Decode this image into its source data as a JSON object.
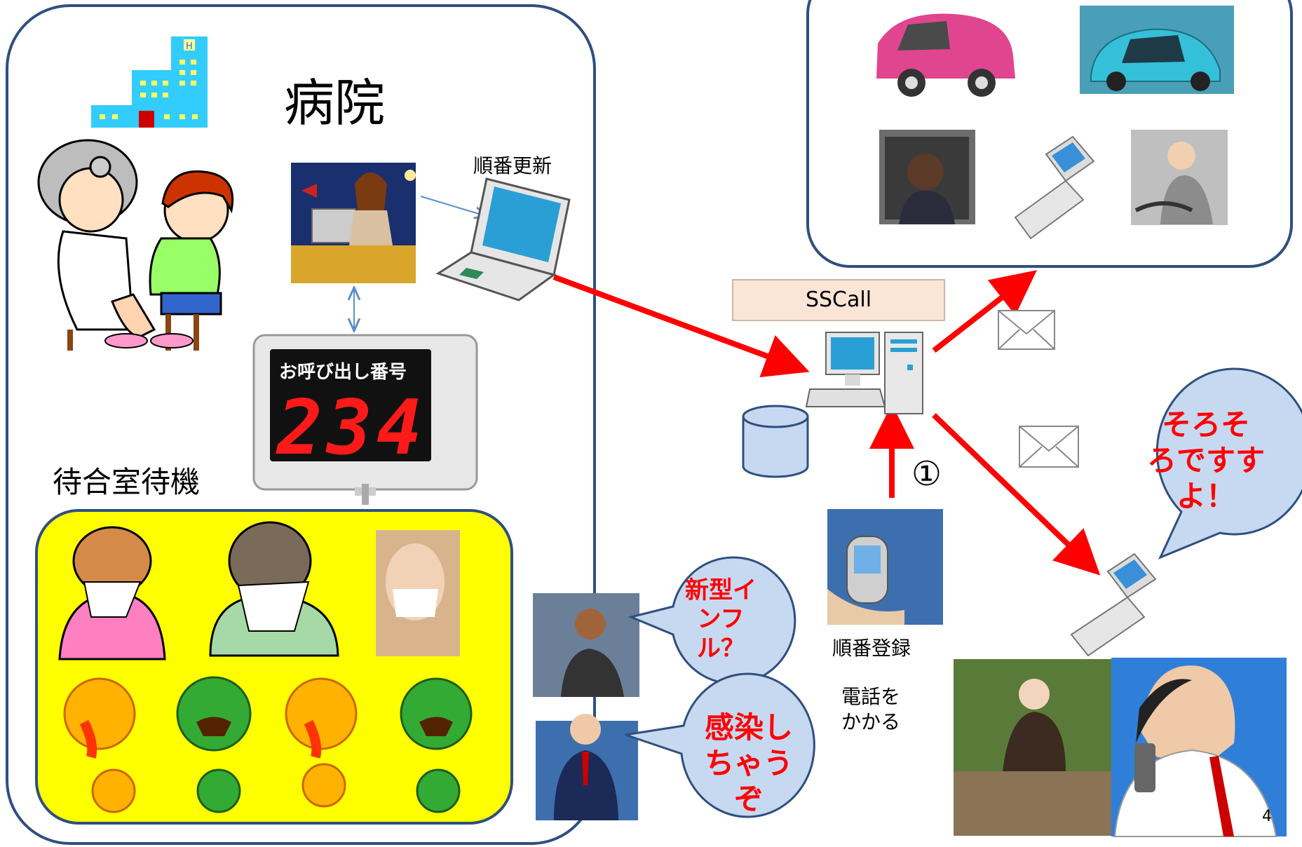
{
  "hospital": {
    "title": "病院",
    "update_label": "順番更新",
    "waiting_label": "待合室待機",
    "display": {
      "header": "お呼び出し番号",
      "number": "234"
    }
  },
  "server": {
    "label": "SSCall"
  },
  "caller": {
    "step_marker": "①",
    "register_label": "順番登録",
    "call_label_line1": "電話を",
    "call_label_line2": "かかる"
  },
  "bubbles": {
    "notify": {
      "line1": "そろそ",
      "line2": "ろですす",
      "line3": "よ！"
    },
    "flu": {
      "line1": "新型イ",
      "line2": "ンフ",
      "line3": "ル？"
    },
    "infect": {
      "line1": "感染し",
      "line2": "ちゃう",
      "line3": "ぞ"
    }
  },
  "page_number": "4",
  "colors": {
    "arrow": "#ff0000",
    "box_border": "#2f4f7f",
    "waiting_room_bg": "#ffff00",
    "bubble_fill": "#c6d9f1",
    "bubble_text": "#ff0000",
    "label_bg": "#fbe5d6"
  }
}
